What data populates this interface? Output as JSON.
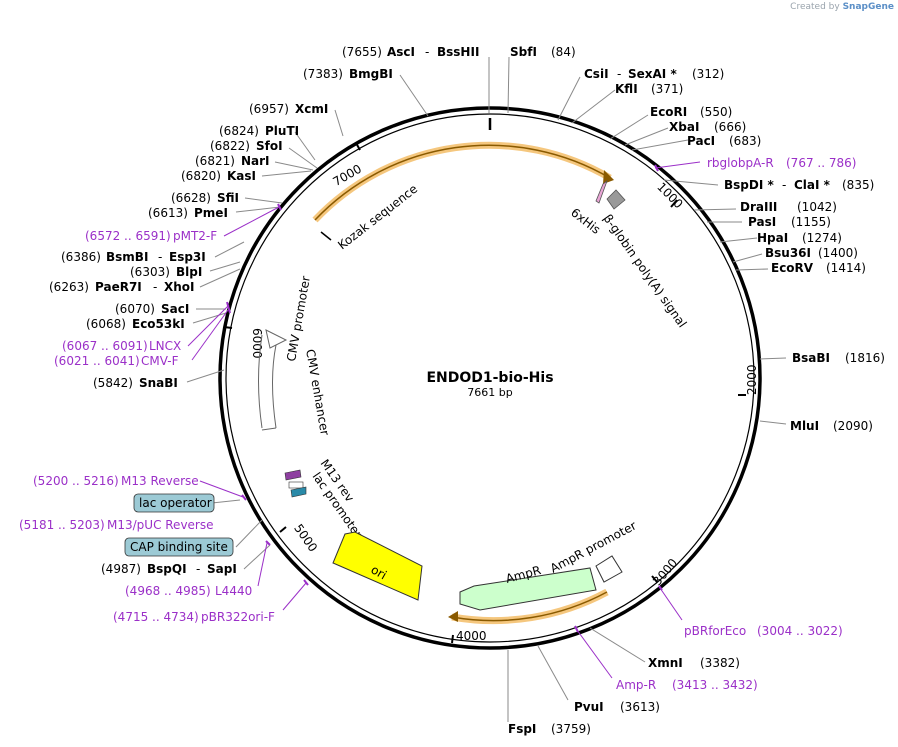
{
  "plasmid": {
    "name": "ENDOD1-bio-His",
    "length_label": "7661 bp",
    "length": 7661
  },
  "watermark": {
    "prefix": "Created by",
    "brand": "SnapGene"
  },
  "ticks": [
    "1000",
    "2000",
    "3000",
    "4000",
    "5000",
    "6000",
    "7000"
  ],
  "restriction_sites": [
    {
      "id": "asci",
      "pos": "(7655)",
      "name": "AscI",
      "name2": "BssHII"
    },
    {
      "id": "sbfi",
      "pos": "(84)",
      "name": "SbfI"
    },
    {
      "id": "csii",
      "pos": "(312)",
      "name": "CsiI",
      "name2": "SexAI *"
    },
    {
      "id": "kfli",
      "pos": "(371)",
      "name": "KflI"
    },
    {
      "id": "ecori",
      "pos": "(550)",
      "name": "EcoRI"
    },
    {
      "id": "xbai",
      "pos": "(666)",
      "name": "XbaI"
    },
    {
      "id": "paci",
      "pos": "(683)",
      "name": "PacI"
    },
    {
      "id": "bspdi",
      "pos": "(835)",
      "name": "BspDI *",
      "name2": "ClaI *"
    },
    {
      "id": "draiii",
      "pos": "(1042)",
      "name": "DraIII"
    },
    {
      "id": "pasi",
      "pos": "(1155)",
      "name": "PasI"
    },
    {
      "id": "hpai",
      "pos": "(1274)",
      "name": "HpaI"
    },
    {
      "id": "bsu36i",
      "pos": "(1400)",
      "name": "Bsu36I"
    },
    {
      "id": "ecorv",
      "pos": "(1414)",
      "name": "EcoRV"
    },
    {
      "id": "bsabi",
      "pos": "(1816)",
      "name": "BsaBI"
    },
    {
      "id": "mlui",
      "pos": "(2090)",
      "name": "MluI"
    },
    {
      "id": "xmni",
      "pos": "(3382)",
      "name": "XmnI"
    },
    {
      "id": "pvui",
      "pos": "(3613)",
      "name": "PvuI"
    },
    {
      "id": "fspi",
      "pos": "(3759)",
      "name": "FspI"
    },
    {
      "id": "bmgbi",
      "pos": "(7383)",
      "name": "BmgBI"
    },
    {
      "id": "xcmi",
      "pos": "(6957)",
      "name": "XcmI"
    },
    {
      "id": "pluti",
      "pos": "(6824)",
      "name": "PluTI"
    },
    {
      "id": "sfoi",
      "pos": "(6822)",
      "name": "SfoI"
    },
    {
      "id": "nari",
      "pos": "(6821)",
      "name": "NarI"
    },
    {
      "id": "kasi",
      "pos": "(6820)",
      "name": "KasI"
    },
    {
      "id": "sfii",
      "pos": "(6628)",
      "name": "SfiI"
    },
    {
      "id": "pmei",
      "pos": "(6613)",
      "name": "PmeI"
    },
    {
      "id": "bsmbi",
      "pos": "(6386)",
      "name": "BsmBI",
      "name2": "Esp3I"
    },
    {
      "id": "blpi",
      "pos": "(6303)",
      "name": "BlpI"
    },
    {
      "id": "paer7i",
      "pos": "(6263)",
      "name": "PaeR7I",
      "name2": "XhoI"
    },
    {
      "id": "saci",
      "pos": "(6070)",
      "name": "SacI"
    },
    {
      "id": "eco53ki",
      "pos": "(6068)",
      "name": "Eco53kI"
    },
    {
      "id": "snabi",
      "pos": "(5842)",
      "name": "SnaBI"
    },
    {
      "id": "bspqi",
      "pos": "(4987)",
      "name": "BspQI",
      "name2": "SapI"
    }
  ],
  "primers": [
    {
      "id": "rbglobpa",
      "name": "rbglobpA-R",
      "range": "(767 .. 786)"
    },
    {
      "id": "pbrforeco",
      "name": "pBRforEco",
      "range": "(3004 .. 3022)"
    },
    {
      "id": "ampr-r",
      "name": "Amp-R",
      "range": "(3413 .. 3432)"
    },
    {
      "id": "pbr322ori",
      "name": "pBR322ori-F",
      "range": "(4715 .. 4734)"
    },
    {
      "id": "l4440",
      "name": "L4440",
      "range": "(4968 .. 4985)"
    },
    {
      "id": "m13puc",
      "name": "M13/pUC Reverse",
      "range": "(5181 .. 5203)"
    },
    {
      "id": "m13rev",
      "name": "M13 Reverse",
      "range": "(5200 .. 5216)"
    },
    {
      "id": "cmvf",
      "name": "CMV-F",
      "range": "(6021 .. 6041)"
    },
    {
      "id": "lncx",
      "name": "LNCX",
      "range": "(6067 .. 6091)"
    },
    {
      "id": "pmt2f",
      "name": "pMT2-F",
      "range": "(6572 .. 6591)"
    }
  ],
  "boxed_features": [
    {
      "id": "lacop",
      "name": "lac operator"
    },
    {
      "id": "cap",
      "name": "CAP binding site"
    }
  ],
  "features": {
    "kozak": "Kozak sequence",
    "his": "6xHis",
    "globin": "β-globin poly(A) signal",
    "cmv_promoter": "CMV promoter",
    "cmv_enhancer": "CMV enhancer",
    "m13rev": "M13 rev",
    "lac_promoter": "lac promoter",
    "ori": "ori",
    "ampr": "AmpR",
    "ampr_promoter": "AmpR promoter"
  },
  "colors": {
    "backbone": "#000000",
    "primer": "#9b30c8",
    "ori": "#ffff00",
    "ampr": "#ccffcc",
    "orf_highlight": "#f5c77e",
    "orf_arrow": "#8a5a00",
    "box_fill": "#9ccad5",
    "his": "#e8a5d5"
  }
}
